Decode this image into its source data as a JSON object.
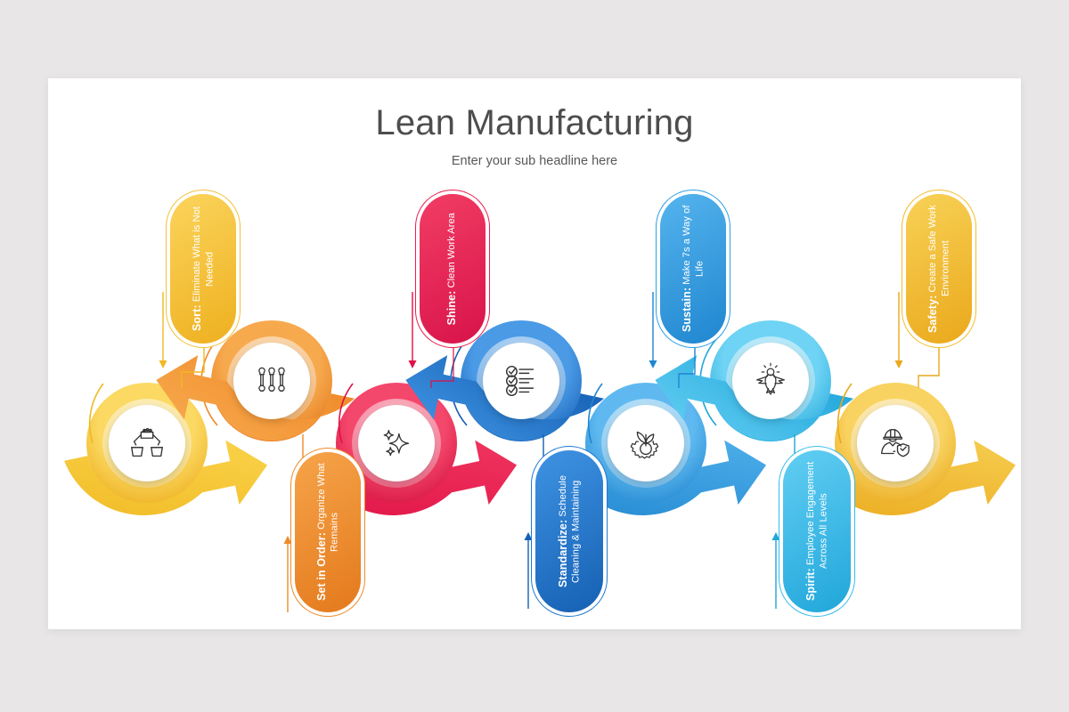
{
  "header": {
    "title": "Lean Manufacturing",
    "subtitle": "Enter your sub headline here"
  },
  "colors": {
    "background": "#e8e6e7",
    "canvas": "#ffffff",
    "title_text": "#4d4d4d",
    "subtitle_text": "#585858",
    "step1": "#f7c52d",
    "step2": "#ef8a28",
    "step3": "#e8214e",
    "step4": "#1f78d1",
    "step5": "#2e9fe8",
    "step6": "#35bced",
    "step7": "#f3bd2c"
  },
  "steps": [
    {
      "index": 1,
      "title": "Sort:",
      "subtitle": "Eliminate What is Not Needed",
      "color": "#f7c52d",
      "color_light": "#fbd962",
      "color_dark": "#eeae1f",
      "icon": "sorting-bins-icon",
      "position": "lower"
    },
    {
      "index": 2,
      "title": "Set in Order:",
      "subtitle": "Organize What Remains",
      "color": "#ef8a28",
      "color_light": "#f7a94e",
      "color_dark": "#e3761a",
      "icon": "wrenches-icon",
      "position": "upper"
    },
    {
      "index": 3,
      "title": "Shine:",
      "subtitle": "Clean Work Area",
      "color": "#e8214e",
      "color_light": "#f4476c",
      "color_dark": "#d4123f",
      "icon": "sparkle-icon",
      "position": "lower"
    },
    {
      "index": 4,
      "title": "Standardize:",
      "subtitle": "Schedule Cleaning & Maintaining",
      "color": "#1f78d1",
      "color_light": "#4a9ae6",
      "color_dark": "#1560b4",
      "icon": "checklist-icon",
      "position": "upper"
    },
    {
      "index": 5,
      "title": "Sustain:",
      "subtitle": "Make 7s a Way of Life",
      "color": "#2e9fe8",
      "color_light": "#5fb9f0",
      "color_dark": "#1f86cf",
      "icon": "plant-gear-icon",
      "position": "lower"
    },
    {
      "index": 6,
      "title": "Spirit:",
      "subtitle": "Employee Engagement Across All Levels",
      "color": "#35bced",
      "color_light": "#6ed3f4",
      "color_dark": "#20a6da",
      "icon": "dove-icon",
      "position": "upper"
    },
    {
      "index": 7,
      "title": "Safety:",
      "subtitle": "Create a Safe Work Environment",
      "color": "#f3bd2c",
      "color_light": "#f9d361",
      "color_dark": "#e9a81c",
      "icon": "safety-worker-icon",
      "position": "lower"
    }
  ]
}
